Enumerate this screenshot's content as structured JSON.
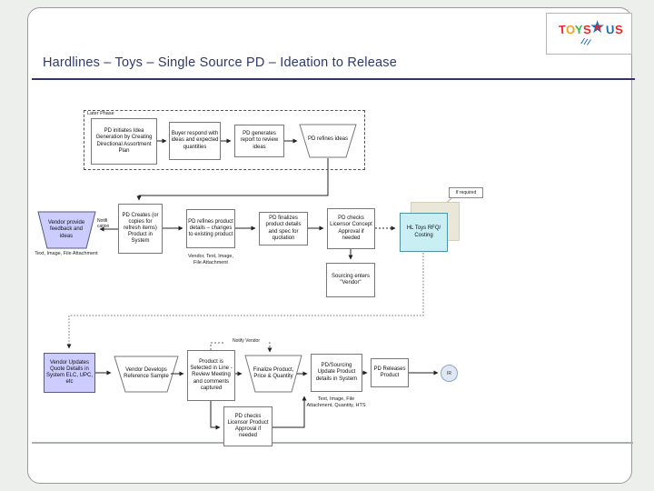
{
  "title": "Hardlines – Toys – Single Source PD – Ideation to Release",
  "logo": {
    "t": "T",
    "o": "O",
    "y": "Y",
    "s1": "S",
    "r": "R",
    "u": "U",
    "s2": "S",
    "trail": "///"
  },
  "colors": {
    "accent": "#333366",
    "lavender": "#ccccff",
    "cyan": "#c9eff5",
    "shadow": "#eae7d8",
    "circle": "#dfe8f2"
  },
  "flow": {
    "later_phase": "Later Phase",
    "top": {
      "b1": "PD initiates Idea Generation by Creating Directional Assortment Plan",
      "b2": "Buyer respond with ideas and expected quantities",
      "b3": "PD generates report to review ideas",
      "refine": "PD refines ideas"
    },
    "mid": {
      "vendor_feedback": "Vendor provide feedback and ideas",
      "vendor_feedback_caption": "Text, Image, File Attachment",
      "notification": "Notifi cation",
      "pd_creates": "PD Creates (or copies for refresh items) Product in System",
      "pd_refines": "PD refines product details – changes to existing product",
      "pd_refines_caption": "Vendor, Text, Image, File Attachment",
      "pd_finalizes": "PD finalizes product details and spec for quotation",
      "license_concept": "PD checks Licensor Concept Approval if needed",
      "hl_rfq": "HL Toys RFQ/ Costing",
      "if_required": "If required",
      "sourcing": "Sourcing enters \"Vendor\""
    },
    "bottom": {
      "vendor_updates": "Vendor Updates Quote Details in System ELC, UPC, etc",
      "vendor_develops": "Vendor Develops Reference Sample",
      "product_selected": "Product is Selected in Line - Review Meeting and comments captured",
      "notify_vendor": "Notify Vendor",
      "finalize": "Finalize Product, Price & Quantity",
      "pd_sourcing": "PD/Sourcing Update Product details in System",
      "pd_sourcing_caption": "Text, Image, File Attachment, Quantity, HTS",
      "pd_releases": "PD Releases Product",
      "connector": "IR",
      "license_product": "PD checks Licensor Product Approval if needed"
    }
  }
}
